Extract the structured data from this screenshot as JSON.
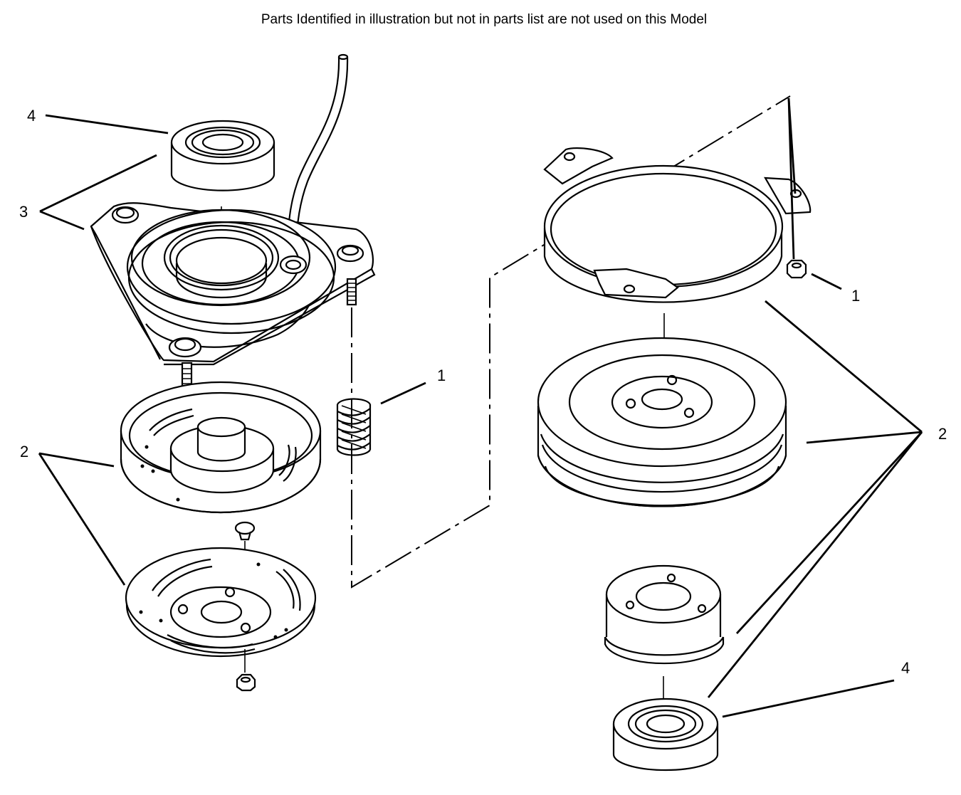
{
  "header": {
    "note": "Parts Identified  in illustration but not in parts list are not used on this Model"
  },
  "callouts": {
    "left_4": "4",
    "left_3": "3",
    "left_2": "2",
    "left_1": "1",
    "right_1": "1",
    "right_2": "2",
    "right_4": "4"
  }
}
